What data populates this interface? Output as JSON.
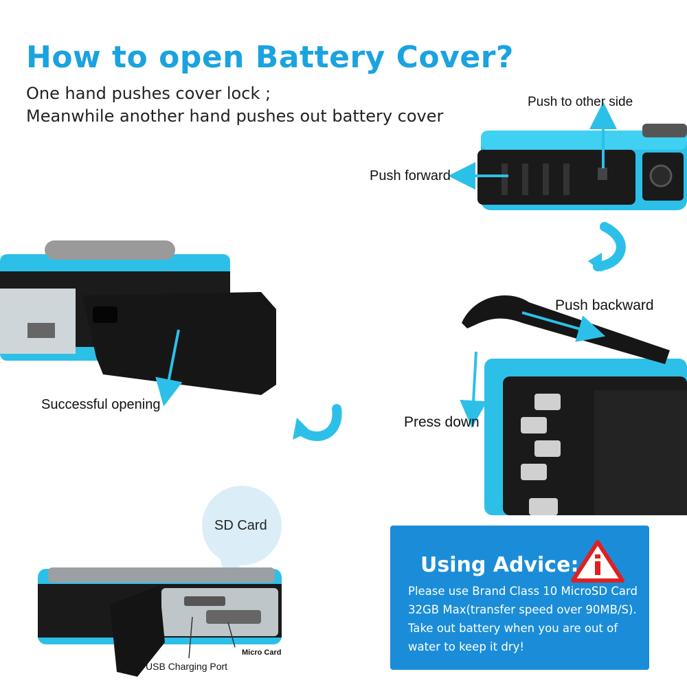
{
  "header": {
    "title": "How to open Battery Cover?",
    "line1": "One hand pushes cover lock ;",
    "line2": "Meanwhile another hand pushes out battery cover"
  },
  "labels": {
    "push_other_side": "Push to other side",
    "push_forward": "Push forward",
    "push_backward": "Push backward",
    "press_down": "Press down",
    "successful_opening": "Successful opening",
    "sd_card": "SD Card",
    "micro_card": "Micro Card",
    "usb_port": "USB Charging Port"
  },
  "advice": {
    "title": "Using Advice:",
    "lines": [
      "Please use Brand Class 10 MicroSD Card",
      "32GB Max(transfer speed over 90MB/S).",
      "Take out battery when you are out of",
      "water to keep it dry!"
    ]
  },
  "colors": {
    "accent": "#1aa3de",
    "camera_blue": "#2cc0e8",
    "advice_bg": "#1b8dd8",
    "warning_red": "#e02020"
  }
}
